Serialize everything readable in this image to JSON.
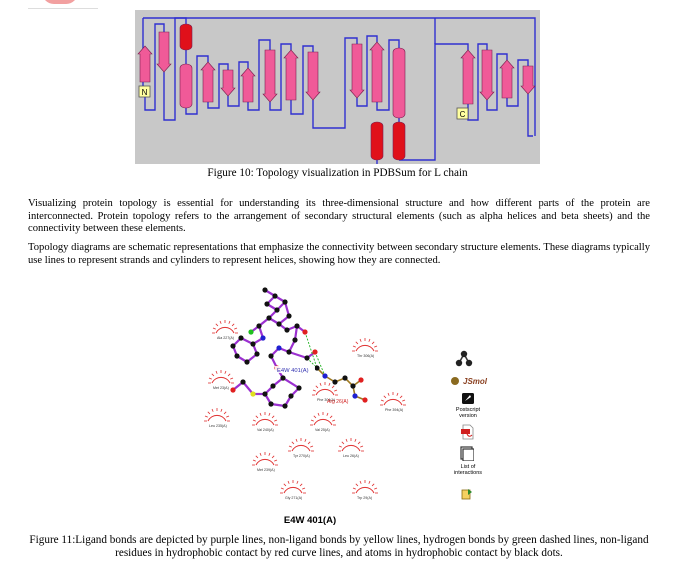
{
  "figure10": {
    "caption": "Figure 10: Topology visualization in PDBSum for L chain",
    "n_label": "N",
    "c_label": "C"
  },
  "paragraphs": [
    "Visualizing protein topology is essential for understanding its three-dimensional structure and how different parts of the protein are interconnected. Protein topology refers to the arrangement of secondary structural elements (such as alpha helices and beta sheets) and the connectivity between these elements.",
    "Topology diagrams are schematic representations that emphasize the connectivity between secondary structure elements. These diagrams typically use lines to represent strands and cylinders to represent helices, showing how they are connected."
  ],
  "figure11": {
    "ligand_label": "E4W 401(A)",
    "arg_label": "Arg 26(A)",
    "residues": [
      "Ala 227(A)",
      "Met 23(A)",
      "Leu 235(A)",
      "Val 240(A)",
      "Met 239(A)",
      "Gly 271(A)",
      "Tyr 270(A)",
      "Leu 26(A)",
      "Trp 29(A)",
      "Val 25(A)",
      "Thr 306(A)",
      "Phe 304(A)",
      "Phe 394(A)"
    ],
    "title": "E4W 401(A)",
    "caption": "Figure 11:Ligand bonds are depicted by purple lines, non-ligand bonds by yellow lines, hydrogen bonds by green dashed lines, non-ligand residues in hydrophobic contact by red curve lines, and atoms in hydrophobic contact by black dots.",
    "sidebar": {
      "jsmol_label": "JSmol",
      "postscript_label_1": "Postscript",
      "postscript_label_2": "version",
      "list_label_1": "List of",
      "list_label_2": "interactions"
    }
  },
  "colors": {
    "helix": "#f05a98",
    "helix_red": "#e0101a",
    "connector": "#3030d0",
    "panel": "#c8c8c8",
    "ligand_bond": "#9b30d0",
    "hbond": "#20b020",
    "hydrophobic": "#e03030"
  }
}
